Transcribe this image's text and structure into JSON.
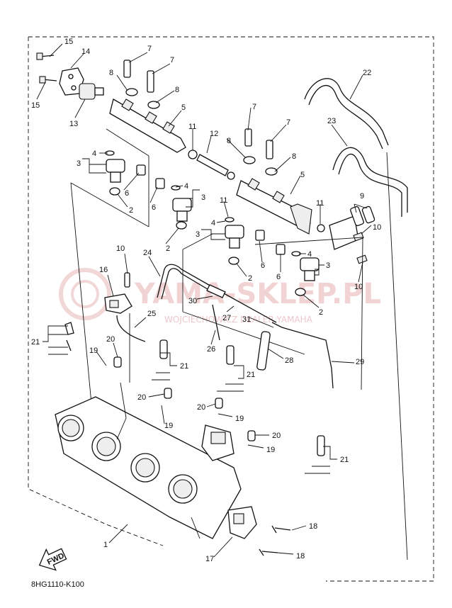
{
  "callouts": [
    {
      "id": "c15a",
      "label": "15"
    },
    {
      "id": "c14",
      "label": "14"
    },
    {
      "id": "c15b",
      "label": "15"
    },
    {
      "id": "c13",
      "label": "13"
    },
    {
      "id": "c7a",
      "label": "7"
    },
    {
      "id": "c7b",
      "label": "7"
    },
    {
      "id": "c8a",
      "label": "8"
    },
    {
      "id": "c8b",
      "label": "8"
    },
    {
      "id": "c5a",
      "label": "5"
    },
    {
      "id": "c11a",
      "label": "11"
    },
    {
      "id": "c12",
      "label": "12"
    },
    {
      "id": "c4a",
      "label": "4"
    },
    {
      "id": "c3a",
      "label": "3"
    },
    {
      "id": "c6a",
      "label": "6"
    },
    {
      "id": "c2a",
      "label": "2"
    },
    {
      "id": "c6b",
      "label": "6"
    },
    {
      "id": "c4b",
      "label": "4"
    },
    {
      "id": "c3b",
      "label": "3"
    },
    {
      "id": "c2b",
      "label": "2"
    },
    {
      "id": "c7c",
      "label": "7"
    },
    {
      "id": "c7d",
      "label": "7"
    },
    {
      "id": "c8c",
      "label": "8"
    },
    {
      "id": "c8d",
      "label": "8"
    },
    {
      "id": "c5b",
      "label": "5"
    },
    {
      "id": "c11b",
      "label": "11"
    },
    {
      "id": "c11c",
      "label": "11"
    },
    {
      "id": "c4c",
      "label": "4"
    },
    {
      "id": "c3c",
      "label": "3"
    },
    {
      "id": "c6c",
      "label": "6"
    },
    {
      "id": "c2c",
      "label": "2"
    },
    {
      "id": "c4d",
      "label": "4"
    },
    {
      "id": "c3d",
      "label": "3"
    },
    {
      "id": "c6d",
      "label": "6"
    },
    {
      "id": "c2d",
      "label": "2"
    },
    {
      "id": "c9",
      "label": "9"
    },
    {
      "id": "c10a",
      "label": "10"
    },
    {
      "id": "c10b",
      "label": "10"
    },
    {
      "id": "c10c",
      "label": "10"
    },
    {
      "id": "c22",
      "label": "22"
    },
    {
      "id": "c23",
      "label": "23"
    },
    {
      "id": "c24",
      "label": "24"
    },
    {
      "id": "c16",
      "label": "16"
    },
    {
      "id": "c25",
      "label": "25"
    },
    {
      "id": "c30",
      "label": "30"
    },
    {
      "id": "c27",
      "label": "27"
    },
    {
      "id": "c31",
      "label": "31"
    },
    {
      "id": "c26",
      "label": "26"
    },
    {
      "id": "c28",
      "label": "28"
    },
    {
      "id": "c29",
      "label": "29"
    },
    {
      "id": "c21a",
      "label": "21"
    },
    {
      "id": "c20a",
      "label": "20"
    },
    {
      "id": "c19a",
      "label": "19"
    },
    {
      "id": "c21b",
      "label": "21"
    },
    {
      "id": "c21c",
      "label": "21"
    },
    {
      "id": "c20b",
      "label": "20"
    },
    {
      "id": "c19b",
      "label": "19"
    },
    {
      "id": "c20c",
      "label": "20"
    },
    {
      "id": "c19c",
      "label": "19"
    },
    {
      "id": "c20d",
      "label": "20"
    },
    {
      "id": "c19d",
      "label": "19"
    },
    {
      "id": "c21d",
      "label": "21"
    },
    {
      "id": "c18a",
      "label": "18"
    },
    {
      "id": "c18b",
      "label": "18"
    },
    {
      "id": "c17",
      "label": "17"
    },
    {
      "id": "c1",
      "label": "1"
    }
  ],
  "fwd_label": "FWD",
  "diagram_code": "8HG1110-K100",
  "watermark": {
    "main": "YAMA-SKLEP.PL",
    "sub": "WOJCIECHOWICZ DEALER YAMAHA"
  }
}
